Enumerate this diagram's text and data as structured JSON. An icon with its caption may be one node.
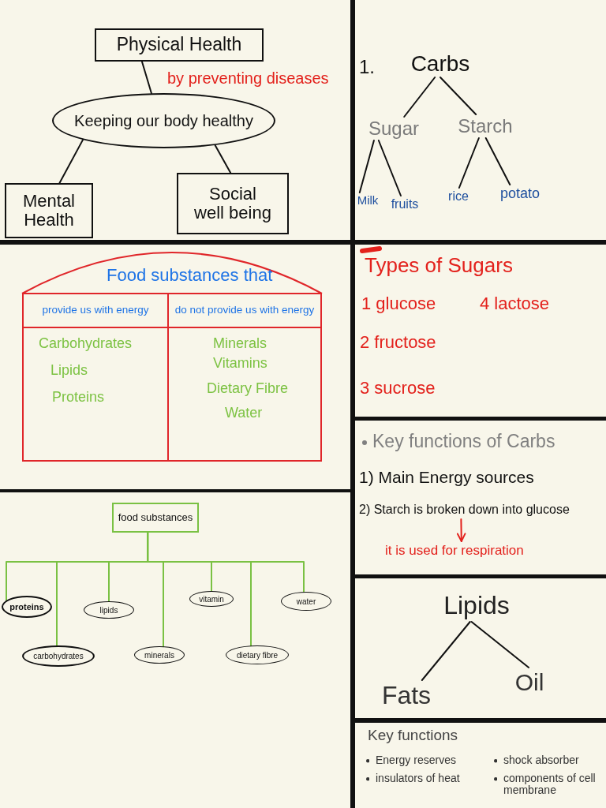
{
  "diagram": {
    "nodes": [
      {
        "text": [
          "Physical Health"
        ]
      },
      {
        "text": [
          "Keeping our body healthy"
        ]
      },
      {
        "text": [
          "Mental Health"
        ]
      },
      {
        "text": [
          "Social well being"
        ]
      },
      {
        "text": [
          "Carbs"
        ]
      },
      {
        "text": [
          "Sugar"
        ]
      },
      {
        "text": [
          "Starch"
        ]
      },
      {
        "text": [
          "Milk"
        ]
      },
      {
        "text": [
          "fruits"
        ]
      },
      {
        "text": [
          "rice"
        ]
      },
      {
        "text": [
          "potato"
        ]
      },
      {
        "text": [
          "Food substances that"
        ]
      },
      {
        "text": [
          "provide us with energy"
        ],
        "in": 11
      },
      {
        "text": [
          "do not provide us with energy"
        ],
        "in": 11
      },
      {
        "text": [
          "Carbohydrates",
          "Lipids",
          "Proteins"
        ],
        "in": 11
      },
      {
        "text": [
          "Minerals",
          "Vitamins",
          "Dietary Fibre",
          "Water"
        ],
        "in": 11
      },
      {
        "text": [
          "2) Starch is broken down into glucose"
        ]
      },
      {
        "text": [
          "it is used for respiration"
        ]
      },
      {
        "text": [
          "food substances"
        ]
      },
      {
        "text": [
          "proteins"
        ]
      },
      {
        "text": [
          "carbohydrates"
        ]
      },
      {
        "text": [
          "lipids"
        ]
      },
      {
        "text": [
          "minerals"
        ]
      },
      {
        "text": [
          "vitamin"
        ]
      },
      {
        "text": [
          "dietary fibre"
        ]
      },
      {
        "text": [
          "water"
        ]
      },
      {
        "text": [
          "Lipids"
        ]
      },
      {
        "text": [
          "Fats"
        ]
      },
      {
        "text": [
          "Oil"
        ]
      }
    ],
    "edges": [
      {
        "from": 0,
        "to": 1,
        "arrow": "none"
      },
      {
        "from": 1,
        "to": 2,
        "arrow": "none"
      },
      {
        "from": 1,
        "to": 3,
        "arrow": "none"
      },
      {
        "from": 4,
        "to": 5,
        "arrow": "none"
      },
      {
        "from": 4,
        "to": 6,
        "arrow": "none"
      },
      {
        "from": 5,
        "to": 7,
        "arrow": "none"
      },
      {
        "from": 5,
        "to": 8,
        "arrow": "none"
      },
      {
        "from": 6,
        "to": 9,
        "arrow": "none"
      },
      {
        "from": 6,
        "to": 10,
        "arrow": "none"
      },
      {
        "from": 16,
        "to": 17,
        "arrow": "to",
        "color": "#e3211c"
      },
      {
        "from": 18,
        "to": 19,
        "arrow": "none",
        "color": "#7ac143"
      },
      {
        "from": 18,
        "to": 20,
        "arrow": "none",
        "color": "#7ac143"
      },
      {
        "from": 18,
        "to": 21,
        "arrow": "none",
        "color": "#7ac143"
      },
      {
        "from": 18,
        "to": 22,
        "arrow": "none",
        "color": "#7ac143"
      },
      {
        "from": 18,
        "to": 23,
        "arrow": "none",
        "color": "#7ac143"
      },
      {
        "from": 18,
        "to": 24,
        "arrow": "none",
        "color": "#7ac143"
      },
      {
        "from": 18,
        "to": 25,
        "arrow": "none",
        "color": "#7ac143"
      },
      {
        "from": 26,
        "to": 27,
        "arrow": "none"
      },
      {
        "from": 26,
        "to": 28,
        "arrow": "none"
      }
    ],
    "labels": [
      "by preventing diseases",
      "1.",
      "Types of Sugars",
      "1 glucose",
      "4 lactose",
      "2 fructose",
      "3 sucrose",
      "Key functions of Carbs",
      "1) Main Energy sources",
      "Key functions",
      "Energy reserves",
      "shock absorber",
      "insulators of heat",
      "components of cell membrane"
    ]
  }
}
